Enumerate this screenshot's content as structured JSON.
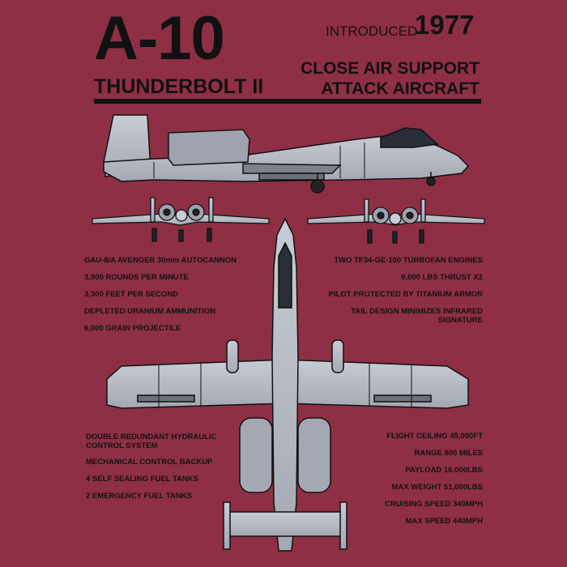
{
  "header": {
    "title": "A-10",
    "subtitle": "THUNDERBOLT II",
    "introduced_label": "INTRODUCED",
    "introduced_year": "1977",
    "role_line1": "CLOSE AIR SUPPORT",
    "role_line2": "ATTACK AIRCRAFT"
  },
  "specs_left_top": [
    "GAU-8/A AVENGER 30mm AUTOCANNON",
    "3,900 ROUNDS PER MINUTE",
    "3,300 FEET PER SECOND",
    "DEPLETED URANIUM AMMUNITION",
    "6,000 GRAIN PROJECTILE"
  ],
  "specs_right_top": [
    "TWO TF34-GE-100 TURBOFAN ENGINES",
    "9,000 LBS THRUST X2",
    "PILOT PROTECTED BY TITANIUM ARMOR",
    "TAIL DESIGN MINIMIZES INFRARED",
    "SIGNATURE"
  ],
  "specs_left_bottom": [
    "DOUBLE REDUNDANT HYDRAULIC",
    "CONTROL SYSTEM",
    "MECHANICAL CONTROL BACKUP",
    "4 SELF SEALING FUEL TANKS",
    "2 EMERGENCY FUEL TANKS"
  ],
  "specs_right_bottom": [
    "FLIGHT CEILING 45,000FT",
    "RANGE 800 MILES",
    "PAYLOAD 16,000LBS",
    "MAX  WEIGHT 51,000LBS",
    "CRUISING SPEED 340MPH",
    "MAX SPEED 440MPH"
  ],
  "colors": {
    "background": "#8e2f45",
    "aircraft_body": "#b9bdc6",
    "aircraft_dark": "#8b8f99",
    "ink": "#111111"
  }
}
